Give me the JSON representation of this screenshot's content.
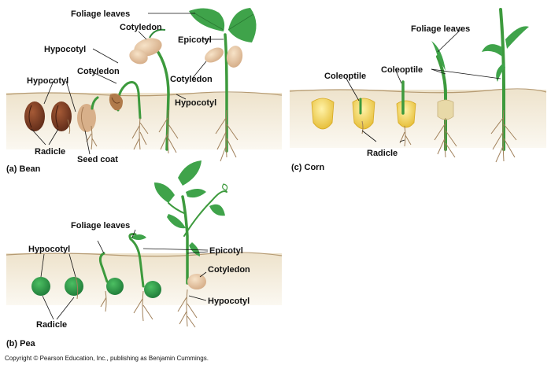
{
  "panels": {
    "bean": {
      "caption": "(a) Bean",
      "labels": {
        "foliage_leaves": "Foliage leaves",
        "cotyledon_top": "Cotyledon",
        "epicotyl": "Epicotyl",
        "hypocotyl_upper": "Hypocotyl",
        "cotyledon_mid": "Cotyledon",
        "cotyledon_right": "Cotyledon",
        "hypocotyl_left": "Hypocotyl",
        "hypocotyl_right": "Hypocotyl",
        "radicle": "Radicle",
        "seed_coat": "Seed coat"
      }
    },
    "corn": {
      "caption": "(c) Corn",
      "labels": {
        "foliage_leaves": "Foliage leaves",
        "coleoptile_left": "Coleoptile",
        "coleoptile_right": "Coleoptile",
        "radicle": "Radicle"
      }
    },
    "pea": {
      "caption": "(b) Pea",
      "labels": {
        "foliage_leaves": "Foliage leaves",
        "hypocotyl_left": "Hypocotyl",
        "epicotyl": "Epicotyl",
        "cotyledon": "Cotyledon",
        "hypocotyl_right": "Hypocotyl",
        "radicle": "Radicle"
      }
    }
  },
  "copyright": "Copyright © Pearson Education, Inc., publishing as Benjamin Cummings.",
  "colors": {
    "soil_top": "#eee3cc",
    "soil_bottom": "#fbf8f1",
    "soil_line": "#b59a72",
    "bean_seed": "#7a3a22",
    "pea_seed": "#2f9a4a",
    "corn_seed": "#f1cc3a",
    "leaf": "#3fa34a",
    "root": "#a0805a",
    "cotyledon": "#e8c9a4"
  }
}
